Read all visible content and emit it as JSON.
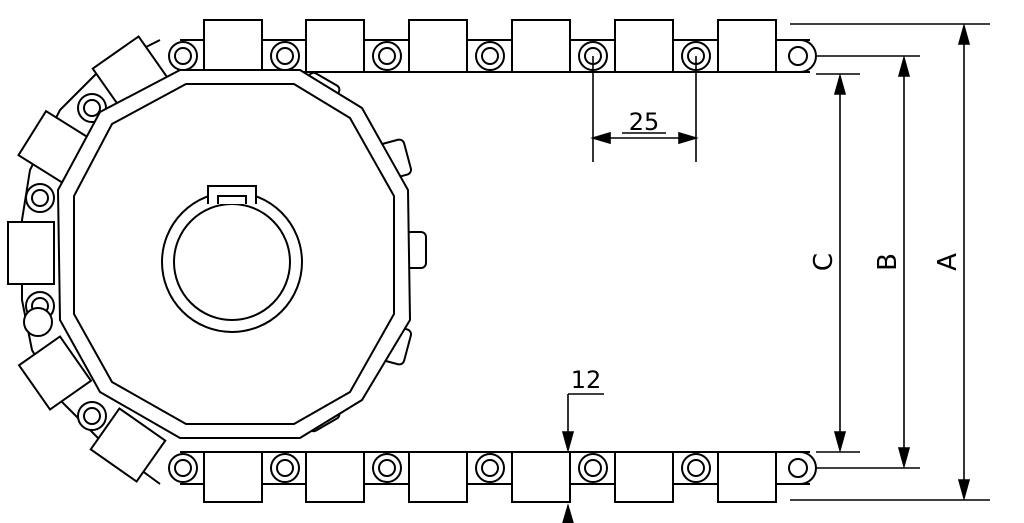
{
  "diagram": {
    "pitch_label": "25",
    "offset_label": "12",
    "dim_c_label": "C",
    "dim_b_label": "B",
    "dim_a_label": "A",
    "line_color": "#000000",
    "background": "#ffffff"
  }
}
